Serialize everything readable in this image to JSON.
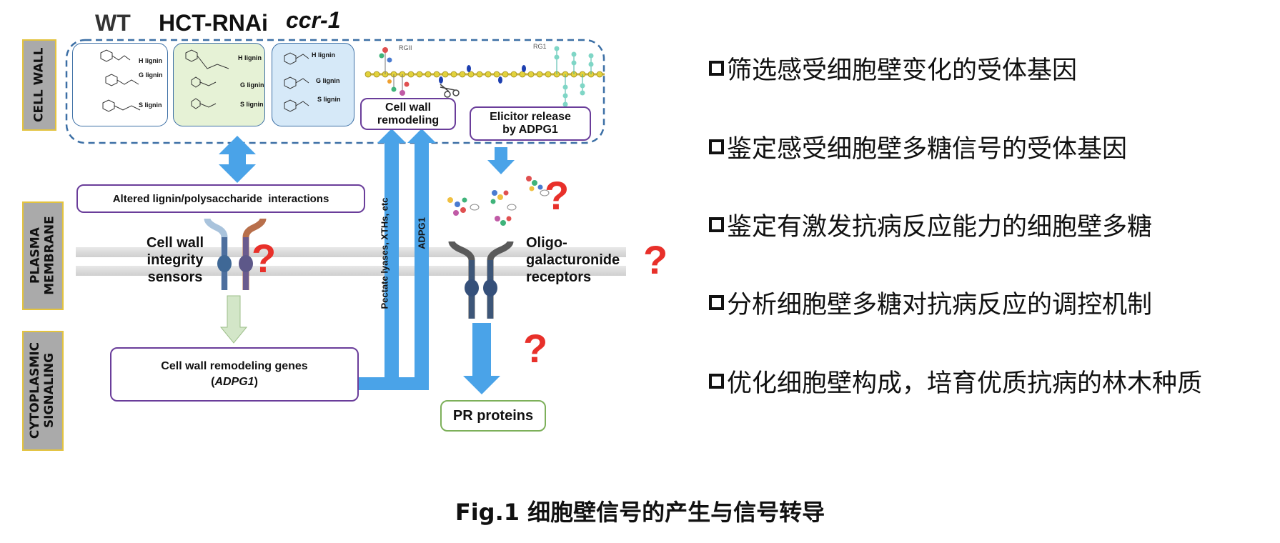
{
  "sidebar": {
    "cell_wall": "CELL WALL",
    "plasma_membrane_line1": "PLASMA",
    "plasma_membrane_line2": "MEMBRANE",
    "cytoplasmic_line1": "CYTOPLASMIC",
    "cytoplasmic_line2": "SIGNALING"
  },
  "plant_types": {
    "wt": "WT",
    "hct": "HCT-RNAi",
    "ccr": "ccr-1"
  },
  "lignin_labels": {
    "h": "H lignin",
    "g": "G lignin",
    "s": "S lignin"
  },
  "pectin_labels": {
    "rgii": "RGII",
    "rg1": "RG1"
  },
  "boxes": {
    "remodeling_line1": "Cell wall",
    "remodeling_line2": "remodeling",
    "elicitor_line1": "Elicitor release",
    "elicitor_line2": "by ADPG1",
    "altered": "Altered lignin/polysaccharide  interactions",
    "genes_line1": "Cell wall remodeling genes",
    "genes_line2_open": "(",
    "genes_line2_italic": "ADPG1",
    "genes_line2_close": ")",
    "pr": "PR proteins"
  },
  "labels": {
    "sensors_line1": "Cell wall",
    "sensors_line2": "integrity",
    "sensors_line3": "sensors",
    "oligo_line1": "Oligo-",
    "oligo_line2": "galacturonide",
    "oligo_line3": "receptors",
    "pectate": "Pectate lyases, XTHs, etc",
    "adpg1_arrow": "ADPG1"
  },
  "question_mark": "?",
  "bullets": [
    "筛选感受细胞壁变化的受体基因",
    "鉴定感受细胞壁多糖信号的受体基因",
    "鉴定有激发抗病反应能力的细胞壁多糖",
    "分析细胞壁多糖对抗病反应的调控机制",
    "优化细胞壁构成，培育优质抗病的林木种质"
  ],
  "caption": "Fig.1 细胞壁信号的产生与信号转导",
  "colors": {
    "arrow_blue": "#4aa3e8",
    "purple": "#6a3d9a",
    "red": "#e8302a",
    "sidebar_gray": "#aaaaaa",
    "sidebar_border": "#e3c33e",
    "green_box": "#e6f2d6",
    "blue_box": "#d6e9f8"
  }
}
